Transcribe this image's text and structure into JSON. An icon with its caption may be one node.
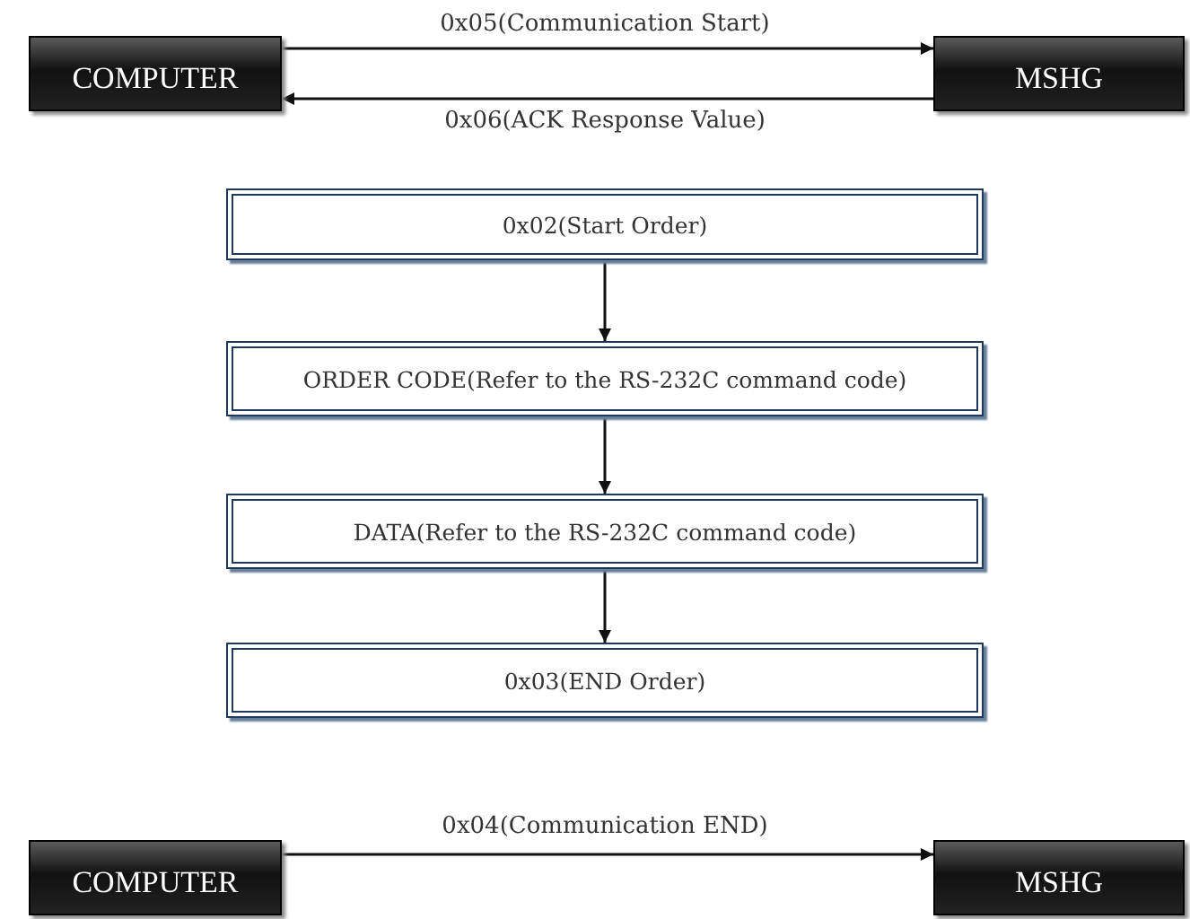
{
  "diagram": {
    "nodes": [
      {
        "text": [
          "COMPUTER"
        ]
      },
      {
        "text": [
          "MSHG"
        ]
      },
      {
        "text": [
          "0x02(Start Order)"
        ]
      },
      {
        "text": [
          "ORDER CODE(Refer to the RS-232C command code)"
        ]
      },
      {
        "text": [
          "DATA(Refer to the RS-232C command code)"
        ]
      },
      {
        "text": [
          "0x03(END Order)"
        ]
      },
      {
        "text": [
          "COMPUTER"
        ]
      },
      {
        "text": [
          "MSHG"
        ]
      }
    ],
    "edges": [
      {
        "from": 0,
        "to": 1,
        "arrow": "to",
        "label": "0x05(Communication Start)"
      },
      {
        "from": 1,
        "to": 0,
        "arrow": "to",
        "label": "0x06(ACK Response Value)"
      },
      {
        "from": 2,
        "to": 3,
        "arrow": "to"
      },
      {
        "from": 3,
        "to": 4,
        "arrow": "to"
      },
      {
        "from": 4,
        "to": 5,
        "arrow": "to"
      },
      {
        "from": 6,
        "to": 7,
        "arrow": "to",
        "label": "0x04(Communication END)"
      }
    ]
  }
}
